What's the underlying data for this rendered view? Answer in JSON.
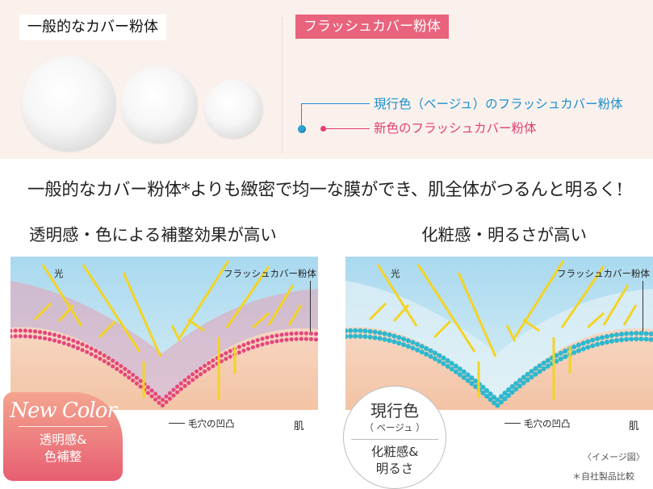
{
  "top": {
    "general_label": "一般的なカバー粉体",
    "flash_label": "フラッシュカバー粉体",
    "legend": [
      {
        "text": "現行色（ベージュ）のフラッシュカバー粉体",
        "color": "#1a8fce"
      },
      {
        "text": "新色のフラッシュカバー粉体",
        "color": "#e23e74"
      }
    ]
  },
  "headline": "一般的なカバー粉体*よりも緻密で均一な膜ができ、肌全体がつるんと明るく!",
  "left": {
    "title": "透明感・色による補整効果が高い",
    "light": "光",
    "powder": "フラッシュカバー粉体",
    "pore": "毛穴の凹凸",
    "skin": "肌",
    "badge_script": "New Color",
    "badge_line1": "透明感&",
    "badge_line2": "色補整",
    "accent": "#e85c79"
  },
  "right": {
    "title": "化粧感・明るさが高い",
    "light": "光",
    "powder": "フラッシュカバー粉体",
    "pore": "毛穴の凹凸",
    "skin": "肌",
    "badge_title": "現行色",
    "badge_sub": "（ ベージュ ）",
    "badge_line1": "化粧感&",
    "badge_line2": "明るさ",
    "accent": "#2eb8cf"
  },
  "notes": {
    "image": "〈イメージ図〉",
    "compare": "＊自社製品比較"
  }
}
